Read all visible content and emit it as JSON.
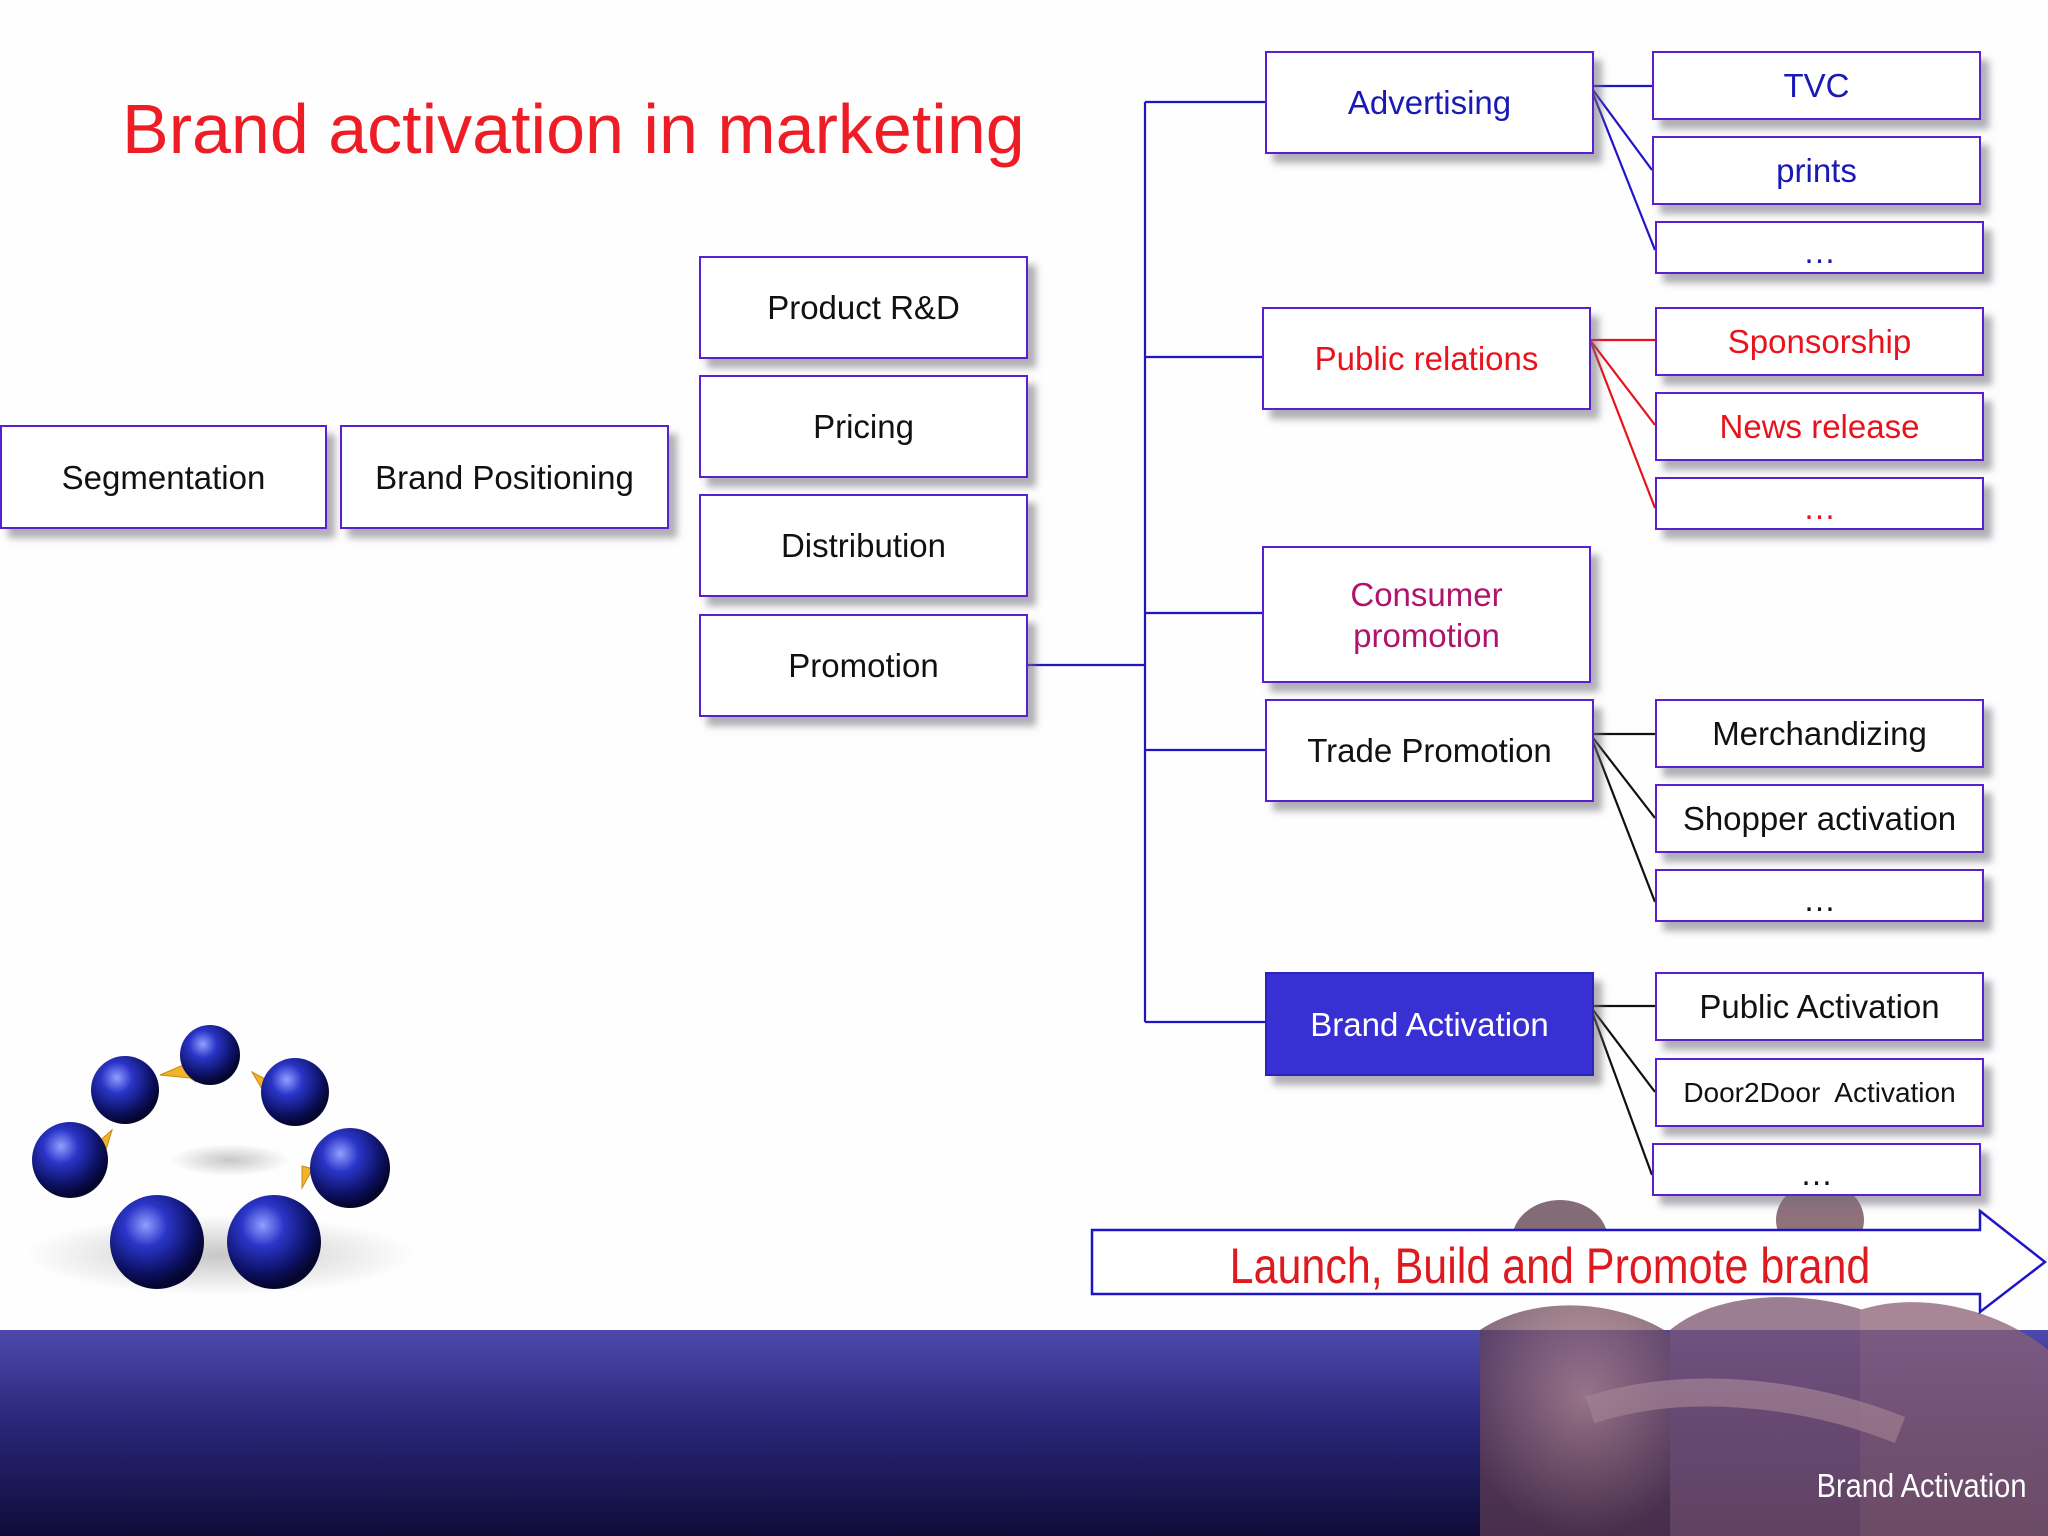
{
  "title": "Brand activation in marketing",
  "colors": {
    "title": "#ee1c25",
    "box_border": "#5a1fd0",
    "blue_text": "#1919b5",
    "red_text": "#e8131d",
    "magenta_text": "#b0136b",
    "dark_text": "#111111",
    "highlight_fill": "#3930d3",
    "connector_blue": "#1f14c8",
    "connector_red": "#e8131d",
    "connector_black": "#111111",
    "footer_band": "#2a2679",
    "arrow_text": "#dd1a1f"
  },
  "chain": {
    "segmentation": "Segmentation",
    "positioning": "Brand Positioning"
  },
  "marketing_mix": {
    "product": "Product R&D",
    "pricing": "Pricing",
    "distribution": "Distribution",
    "promotion": "Promotion"
  },
  "promotion_tools": {
    "advertising": "Advertising",
    "public_relations": "Public relations",
    "consumer_promotion": "Consumer promotion",
    "trade_promotion": "Trade Promotion",
    "brand_activation": "Brand Activation"
  },
  "advertising_items": [
    "TVC",
    "prints",
    "…"
  ],
  "pr_items": [
    "Sponsorship",
    "News release",
    "…"
  ],
  "trade_items": [
    "Merchandizing",
    "Shopper activation",
    "…"
  ],
  "activation_items": [
    "Public Activation",
    "Door2Door  Activation",
    "…"
  ],
  "banner": "Launch, Build and Promote brand",
  "footer_label": "Brand Activation",
  "illustration_icon": "molecule-cycle-icon"
}
